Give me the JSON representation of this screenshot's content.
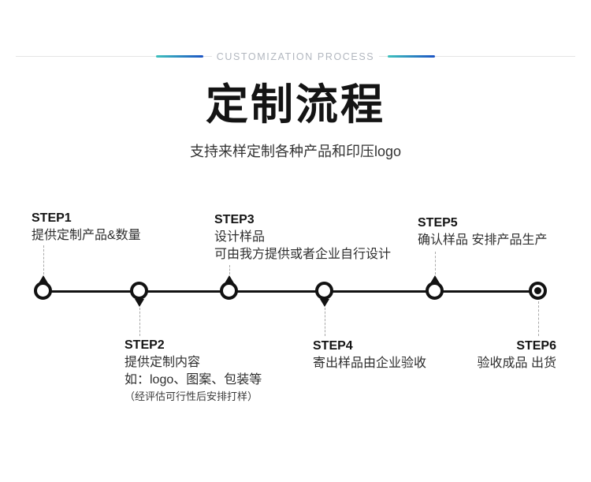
{
  "header": {
    "label": "CUSTOMIZATION PROCESS"
  },
  "title": "定制流程",
  "subtitle": "支持来样定制各种产品和印压logo",
  "steps": [
    {
      "label": "STEP1",
      "lines": [
        "提供定制产品&数量"
      ]
    },
    {
      "label": "STEP2",
      "lines": [
        "提供定制内容",
        "如：logo、图案、包装等",
        "（经评估可行性后安排打样）"
      ]
    },
    {
      "label": "STEP3",
      "lines": [
        "设计样品",
        "可由我方提供或者企业自行设计"
      ]
    },
    {
      "label": "STEP4",
      "lines": [
        "寄出样品由企业验收"
      ]
    },
    {
      "label": "STEP5",
      "lines": [
        "确认样品 安排产品生产"
      ]
    },
    {
      "label": "STEP6",
      "lines": [
        "验收成品 出货"
      ]
    }
  ],
  "colors": {
    "accent_teal": "#3EC1BD",
    "accent_blue": "#1C54C4",
    "divider_gray": "#E4E4E4",
    "header_text_gray": "#B2B7BF",
    "ink": "#121212",
    "body_text": "#2E2E2E",
    "dashed_line": "#A9A9A9"
  }
}
